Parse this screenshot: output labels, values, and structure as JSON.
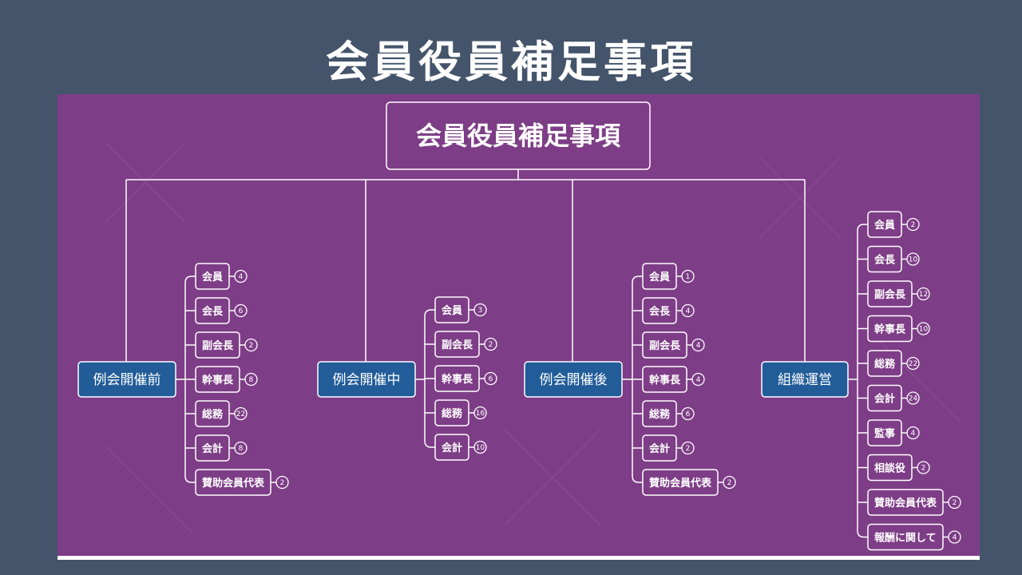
{
  "page": {
    "title": "会員役員補足事項"
  },
  "diagram": {
    "root": "会員役員補足事項",
    "branches": [
      {
        "name": "例会開催前",
        "items": [
          {
            "label": "会員",
            "count": "4"
          },
          {
            "label": "会長",
            "count": "6"
          },
          {
            "label": "副会長",
            "count": "2"
          },
          {
            "label": "幹事長",
            "count": "8"
          },
          {
            "label": "総務",
            "count": "22"
          },
          {
            "label": "会計",
            "count": "8"
          },
          {
            "label": "賛助会員代表",
            "count": "2"
          }
        ]
      },
      {
        "name": "例会開催中",
        "items": [
          {
            "label": "会員",
            "count": "3"
          },
          {
            "label": "副会長",
            "count": "2"
          },
          {
            "label": "幹事長",
            "count": "6"
          },
          {
            "label": "総務",
            "count": "16"
          },
          {
            "label": "会計",
            "count": "10"
          }
        ]
      },
      {
        "name": "例会開催後",
        "items": [
          {
            "label": "会員",
            "count": "1"
          },
          {
            "label": "会長",
            "count": "4"
          },
          {
            "label": "副会長",
            "count": "4"
          },
          {
            "label": "幹事長",
            "count": "4"
          },
          {
            "label": "総務",
            "count": "6"
          },
          {
            "label": "会計",
            "count": "2"
          },
          {
            "label": "賛助会員代表",
            "count": "2"
          }
        ]
      },
      {
        "name": "組織運営",
        "items": [
          {
            "label": "会員",
            "count": "2"
          },
          {
            "label": "会長",
            "count": "10"
          },
          {
            "label": "副会長",
            "count": "12"
          },
          {
            "label": "幹事長",
            "count": "10"
          },
          {
            "label": "総務",
            "count": "22"
          },
          {
            "label": "会計",
            "count": "24"
          },
          {
            "label": "監事",
            "count": "4"
          },
          {
            "label": "相談役",
            "count": "2"
          },
          {
            "label": "賛助会員代表",
            "count": "2"
          },
          {
            "label": "報酬に関して",
            "count": "4"
          }
        ]
      }
    ]
  },
  "colors": {
    "background": "#44546a",
    "canvas": "#7e3d87",
    "category_box": "#225d99",
    "line": "#ffffff"
  }
}
